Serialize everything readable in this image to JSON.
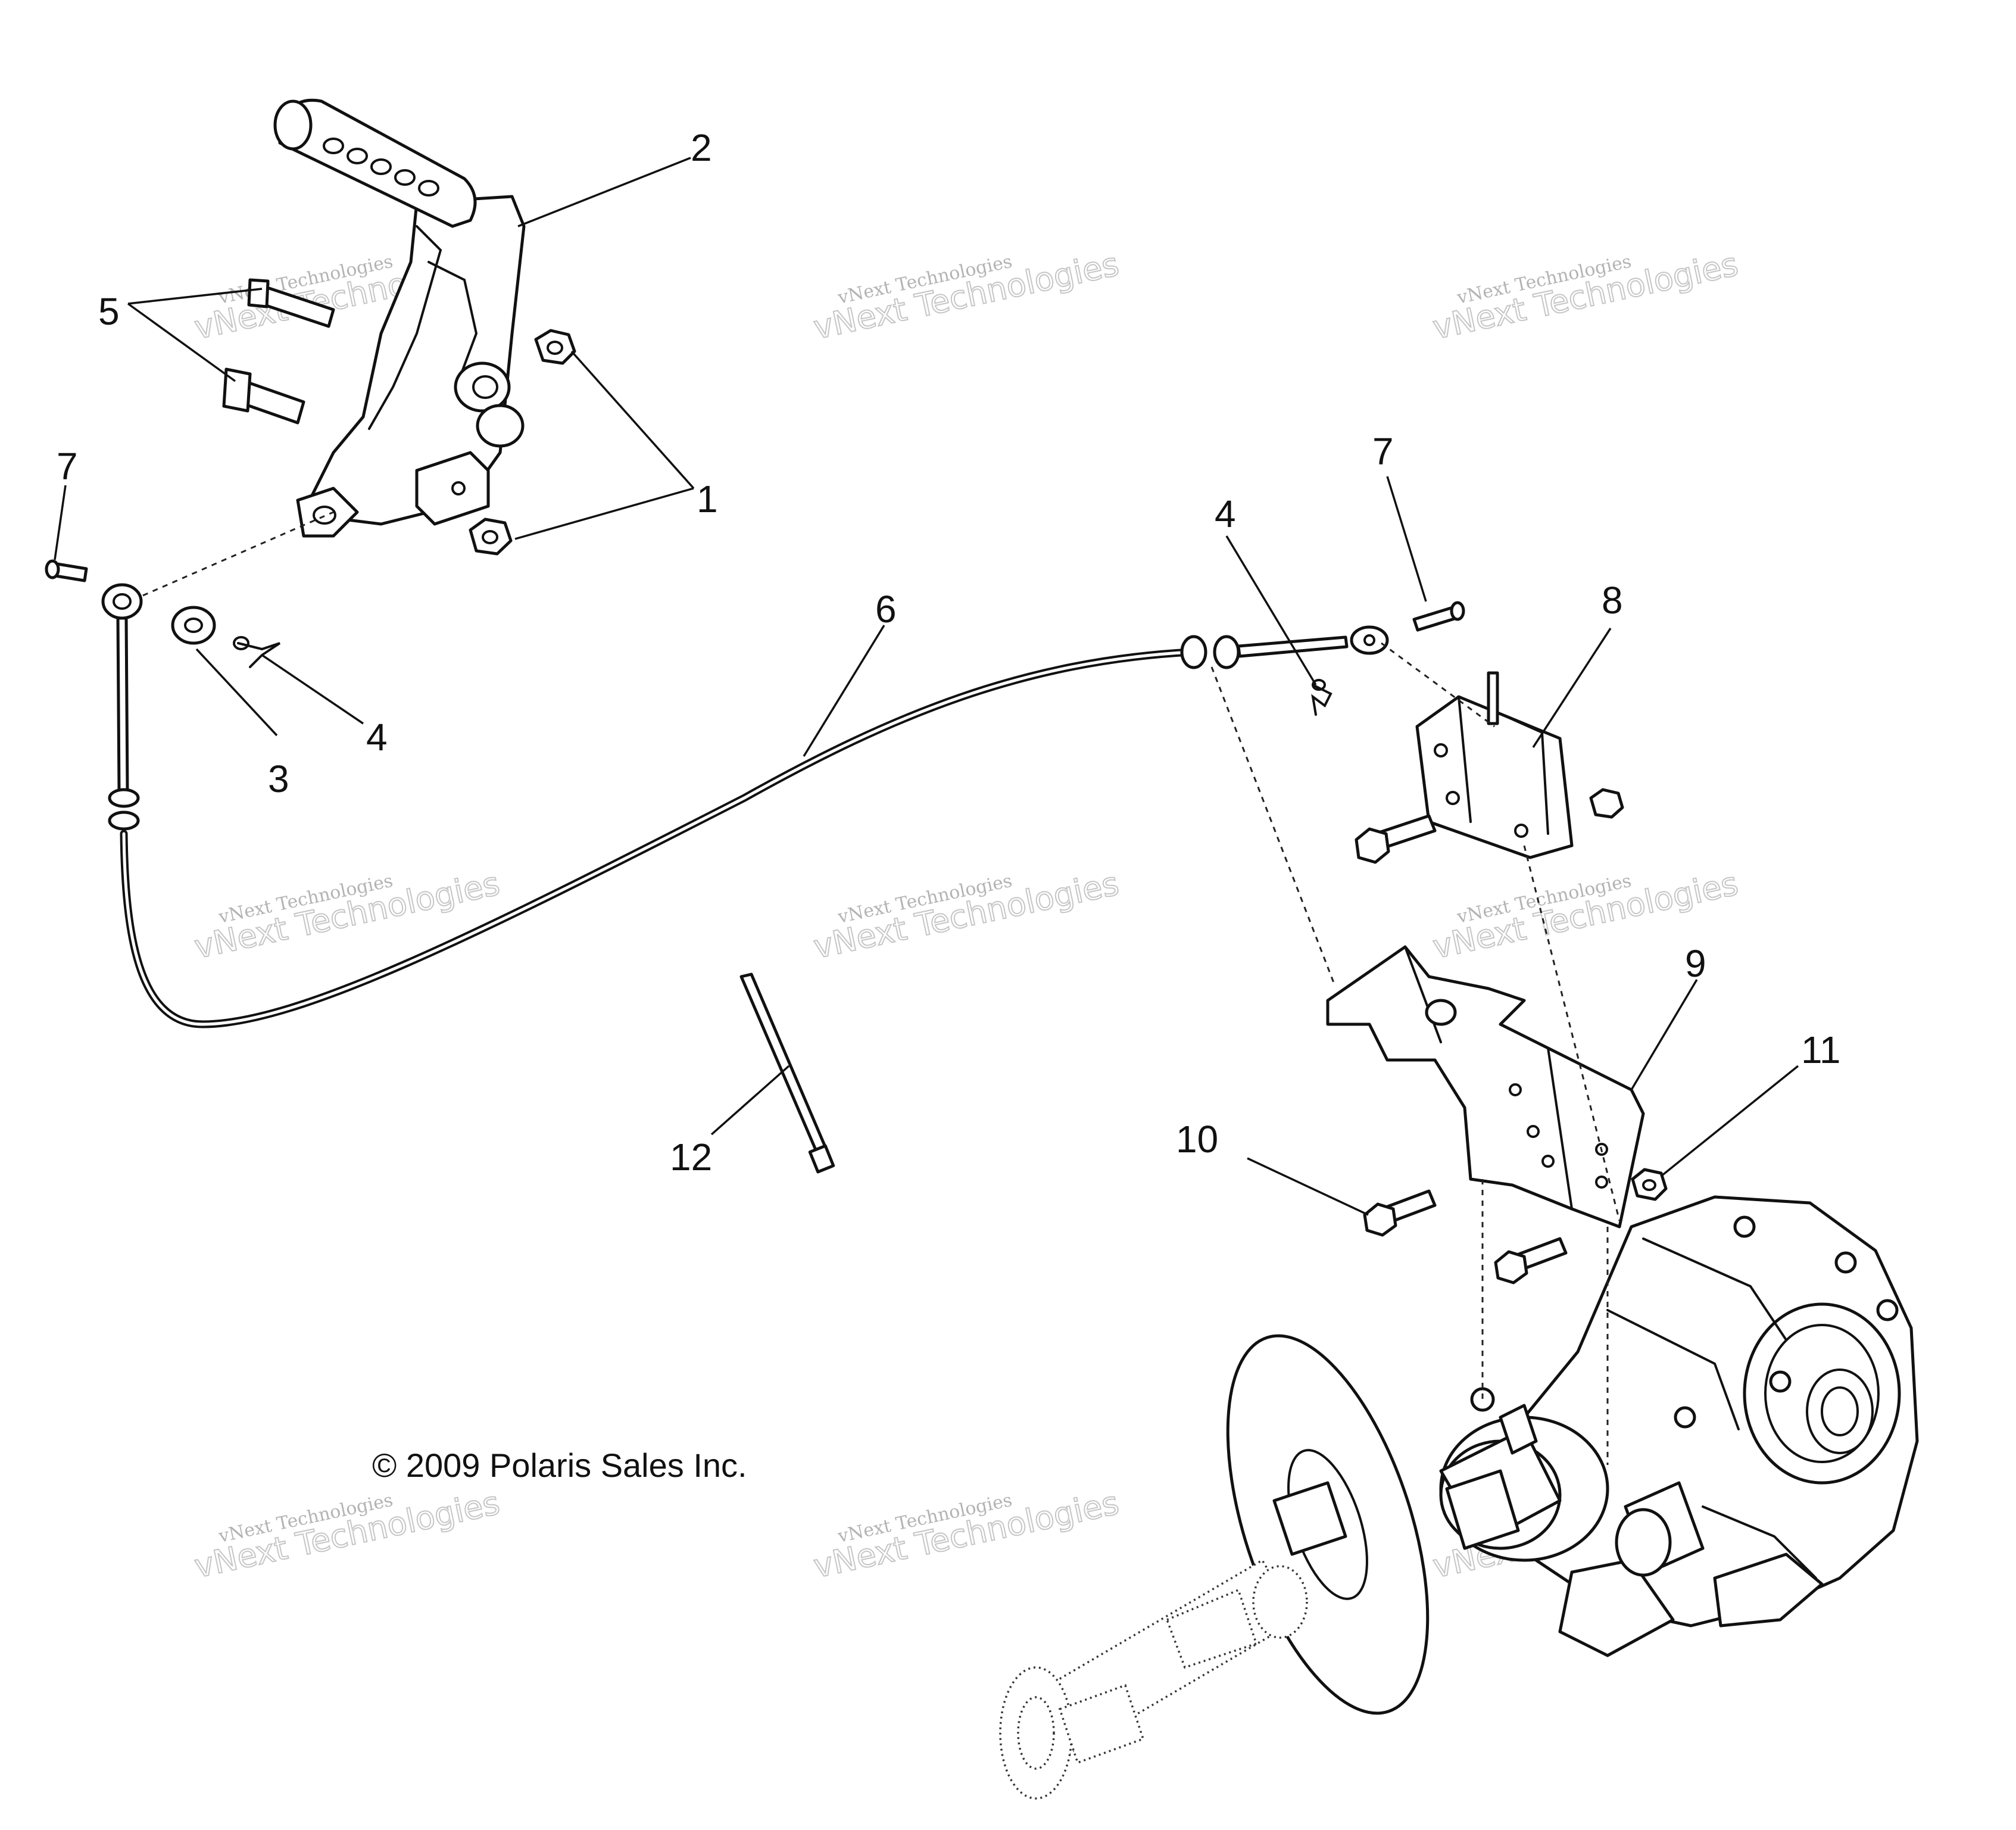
{
  "callouts": [
    {
      "id": "1",
      "label": "1"
    },
    {
      "id": "2",
      "label": "2"
    },
    {
      "id": "3",
      "label": "3"
    },
    {
      "id": "4a",
      "label": "4"
    },
    {
      "id": "4b",
      "label": "4"
    },
    {
      "id": "5",
      "label": "5"
    },
    {
      "id": "6",
      "label": "6"
    },
    {
      "id": "7a",
      "label": "7"
    },
    {
      "id": "7b",
      "label": "7"
    },
    {
      "id": "8",
      "label": "8"
    },
    {
      "id": "9",
      "label": "9"
    },
    {
      "id": "10",
      "label": "10"
    },
    {
      "id": "11",
      "label": "11"
    },
    {
      "id": "12",
      "label": "12"
    }
  ],
  "copyright": "© 2009 Polaris Sales Inc.",
  "watermark": {
    "line1": "vNext Technologies",
    "line2": "vNext Technologies"
  },
  "colors": {
    "line": "#111111",
    "background": "#ffffff",
    "watermark": "#b8b8b8"
  }
}
